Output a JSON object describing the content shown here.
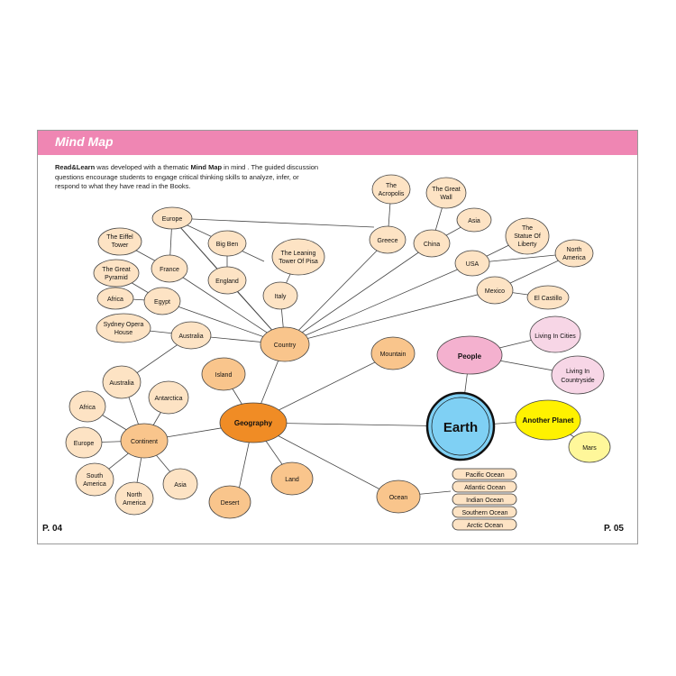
{
  "header": {
    "title": "Mind Map"
  },
  "intro": {
    "brand": "Read&Learn",
    "part1": " was developed with a thematic ",
    "mindmap": "Mind Map",
    "part2": " in mind . The guided discussion questions encourage students to engage critical thinking skills to analyze, infer, or respond to what they have read in the Books."
  },
  "page_numbers": {
    "left": "P. 04",
    "right": "P. 05"
  },
  "colors": {
    "light_node": "#fde3c4",
    "mid_node": "#f9c58c",
    "geography": "#f08c25",
    "earth": "#7fd0f4",
    "people": "#f4b1cf",
    "people_leaf": "#f7d6e6",
    "planet": "#fff200",
    "planet_leaf": "#fff79a",
    "header": "#ef86b3"
  },
  "nodes": {
    "earth": "Earth",
    "people": "People",
    "living_cities": "Living In Cities",
    "living_countryside": [
      "Living In",
      "Countryside"
    ],
    "another_planet": "Another Planet",
    "mars": "Mars",
    "geography": "Geography",
    "mountain": "Mountain",
    "island": "Island",
    "land": "Land",
    "desert": "Desert",
    "ocean": "Ocean",
    "oceans": [
      "Pacific Ocean",
      "Atlantic Ocean",
      "Indian Ocean",
      "Southern Ocean",
      "Arctic Ocean"
    ],
    "continent": "Continent",
    "continent_australia": "Australia",
    "antarctica": "Antarctica",
    "africa_c": "Africa",
    "europe_c": "Europe",
    "south_america": [
      "South",
      "America"
    ],
    "north_america_c": [
      "North",
      "America"
    ],
    "asia_c": "Asia",
    "country": "Country",
    "country_australia": "Australia",
    "sydney": [
      "Sydney Opera",
      "House"
    ],
    "egypt": "Egypt",
    "great_pyramid": [
      "The Great",
      "Pyramid"
    ],
    "africa_e": "Africa",
    "france": "France",
    "eiffel": [
      "The Eiffel",
      "Tower"
    ],
    "europe_top": "Europe",
    "england": "England",
    "big_ben": "Big Ben",
    "italy": "Italy",
    "pisa": [
      "The Leaning",
      "Tower Of Pisa"
    ],
    "greece": "Greece",
    "acropolis": [
      "The",
      "Acropolis"
    ],
    "china": "China",
    "great_wall": [
      "The Great",
      "Wall"
    ],
    "asia_top": "Asia",
    "usa": "USA",
    "statue": [
      "The",
      "Statue Of",
      "Liberty"
    ],
    "north_america_top": [
      "North",
      "America"
    ],
    "mexico": "Mexico",
    "el_castillo": "El Castillo"
  }
}
